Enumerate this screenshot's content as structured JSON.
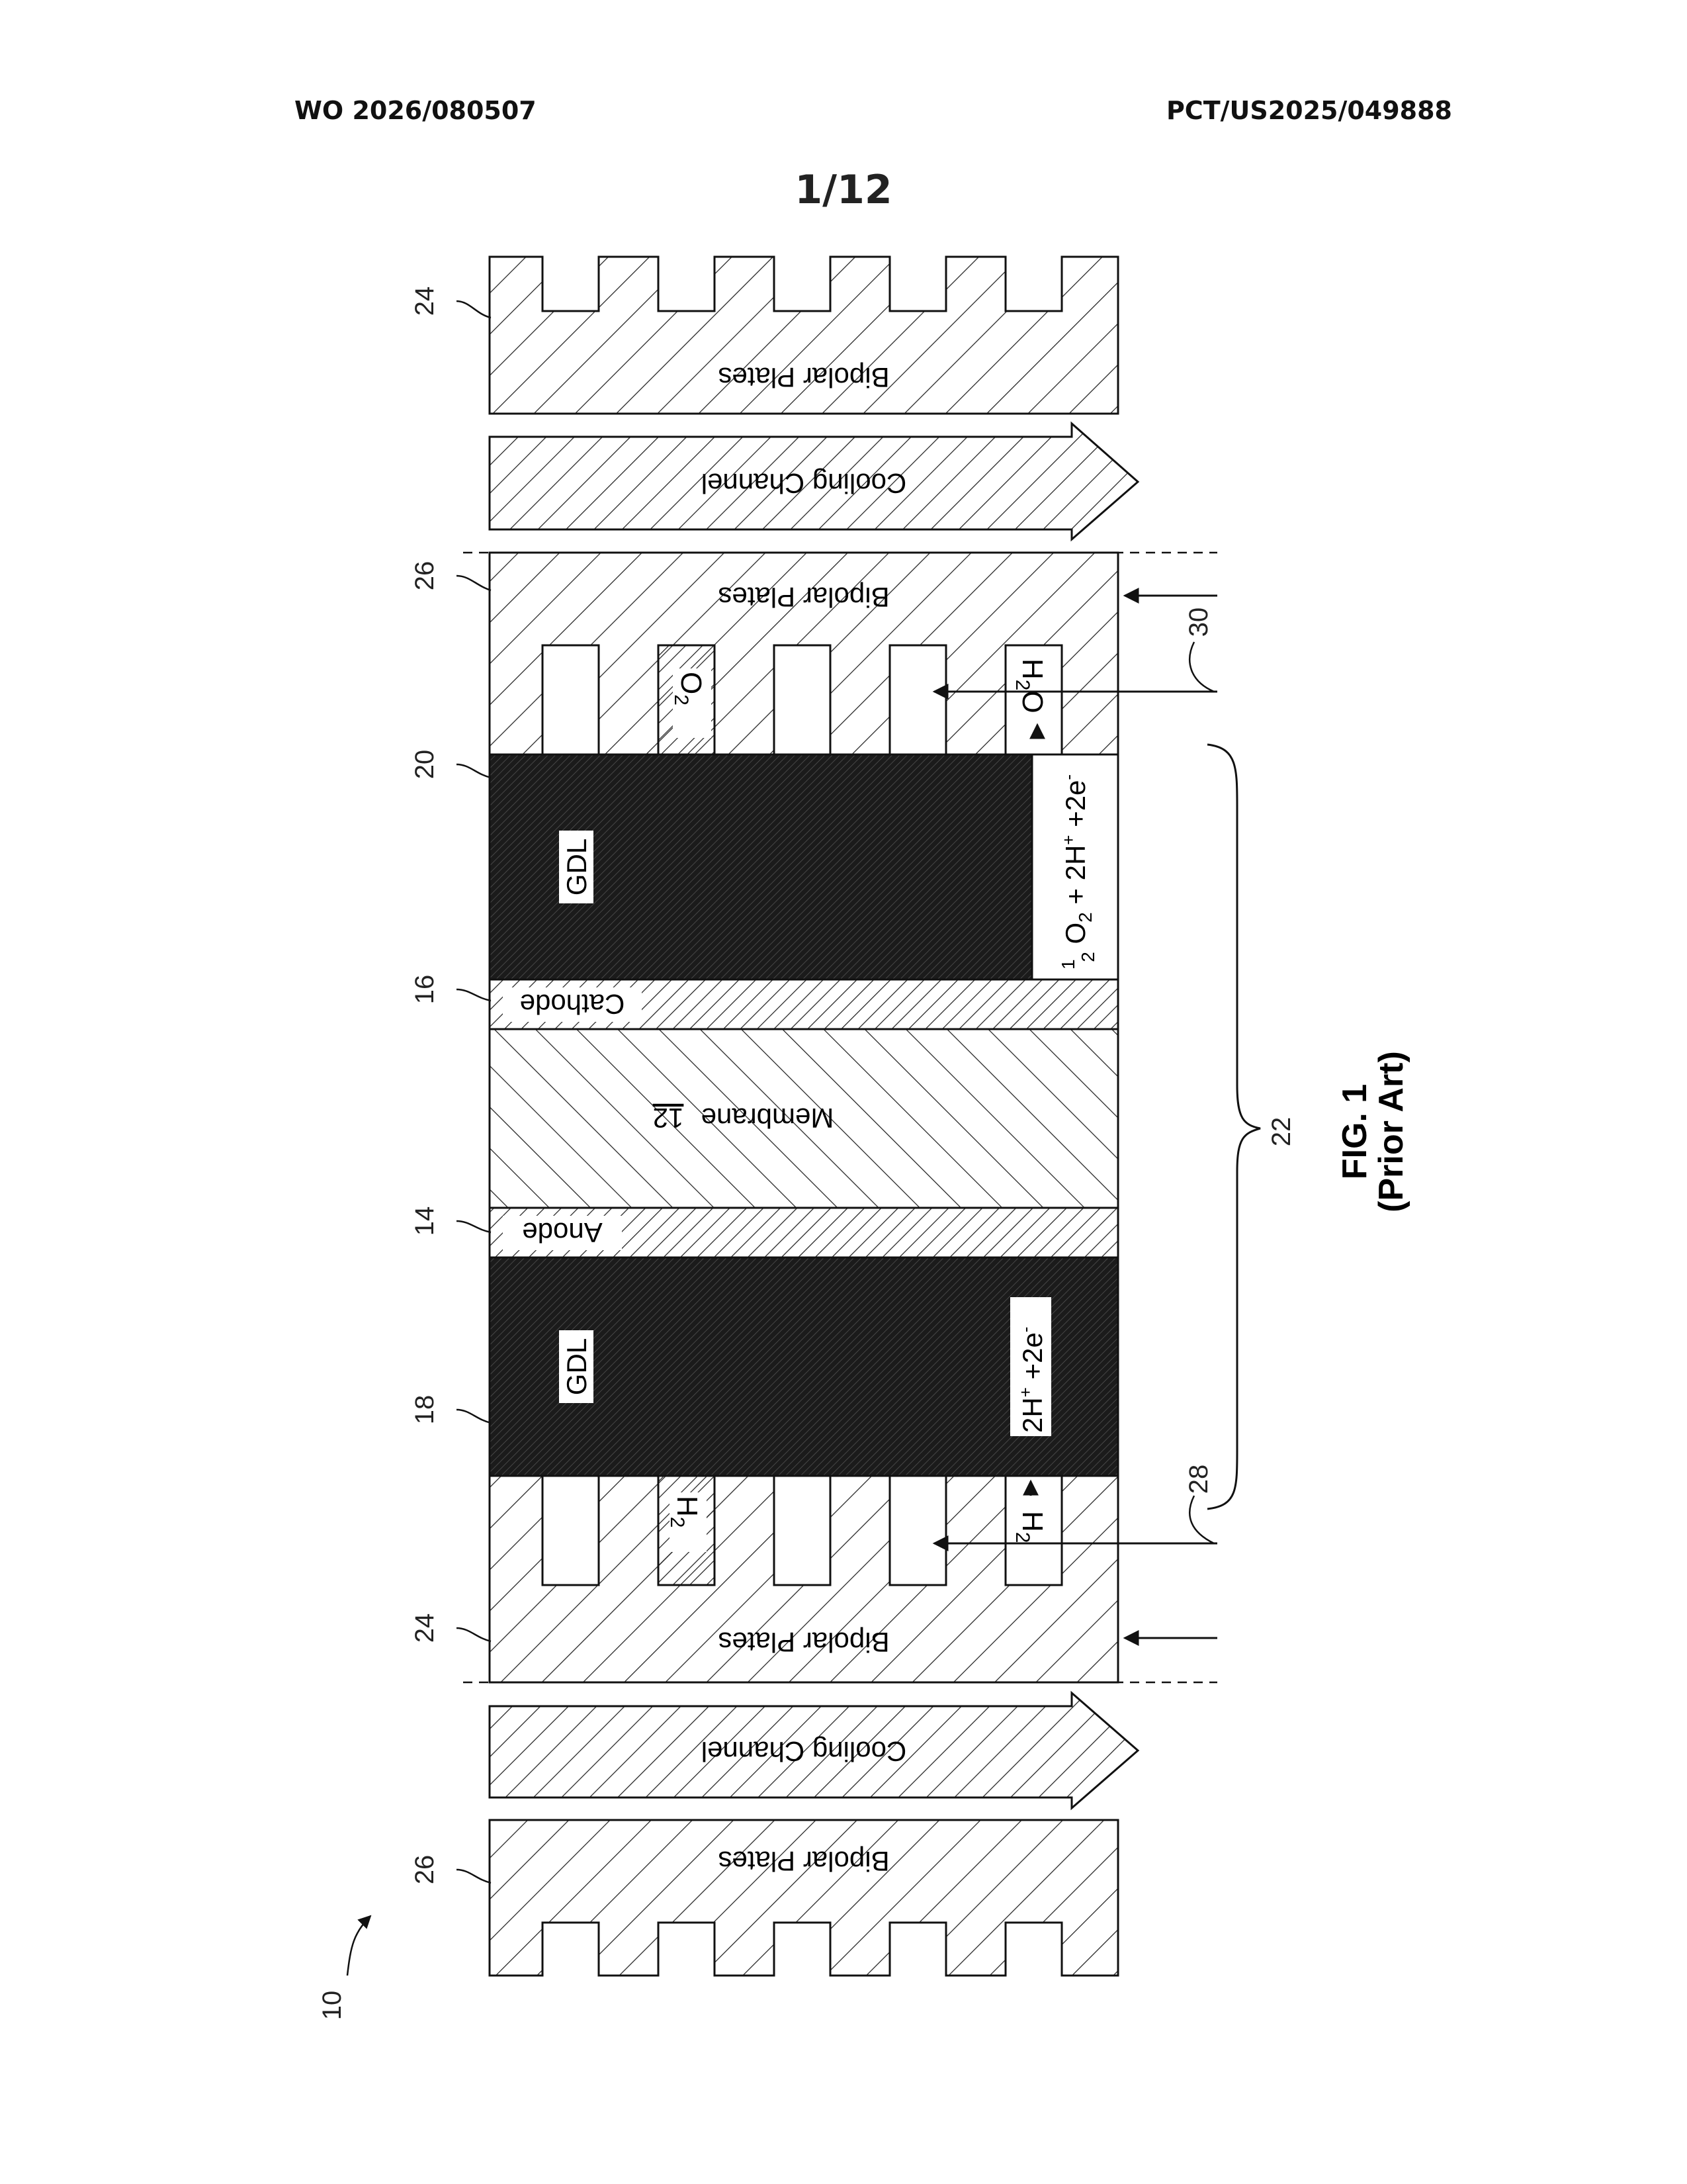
{
  "header": {
    "publication_number": "WO 2026/080507",
    "application_number": "PCT/US2025/049888"
  },
  "sheet_number": "1/12",
  "figure": {
    "title": "FIG. 1",
    "subtitle": "(Prior Art)"
  },
  "layers": {
    "bipolar_plates": "Bipolar Plates",
    "cooling_channel": "Cooling Channel",
    "gdl": "GDL",
    "cathode": "Cathode",
    "membrane": "Membrane",
    "membrane_ref": "12",
    "anode": "Anode"
  },
  "gases": {
    "o2": "O",
    "o2_sub": "2",
    "h2o_a": "H",
    "h2o_sub": "2",
    "h2o_b": "O",
    "h2": "H",
    "h2_sub": "2"
  },
  "reactions": {
    "cathode_half": "1",
    "cathode_half_den": "2",
    "cathode_o": "O",
    "cathode_o_sub": "2",
    "cathode_rest": " + 2H",
    "cathode_plus": "+",
    "cathode_e": " +2e",
    "cathode_minus": "-",
    "anode_main": "2H",
    "anode_plus": "+",
    "anode_e": " +2e",
    "anode_minus": "-"
  },
  "references": {
    "r10": "10",
    "r12": "12",
    "r14": "14",
    "r16": "16",
    "r18": "18",
    "r20": "20",
    "r22": "22",
    "r24_top": "24",
    "r24_bottom": "24",
    "r26_top": "26",
    "r26_bottom": "26",
    "r28": "28",
    "r30": "30"
  }
}
